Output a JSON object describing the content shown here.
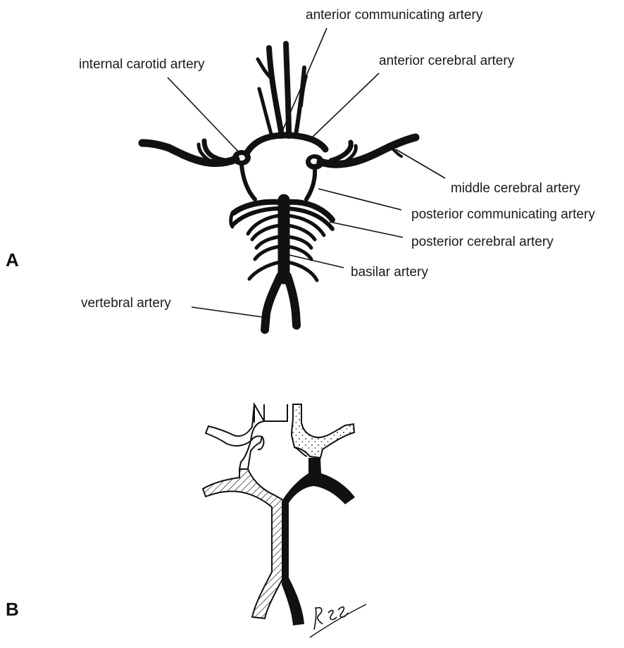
{
  "panels": {
    "a": "A",
    "b": "B"
  },
  "labels": {
    "anterior_communicating": "anterior communicating artery",
    "internal_carotid": "internal carotid artery",
    "anterior_cerebral": "anterior cerebral artery",
    "middle_cerebral": "middle cerebral artery",
    "posterior_communicating": "posterior communicating artery",
    "posterior_cerebral": "posterior cerebral artery",
    "basilar": "basilar artery",
    "vertebral": "vertebral artery"
  },
  "signature": "R.S.S."
}
